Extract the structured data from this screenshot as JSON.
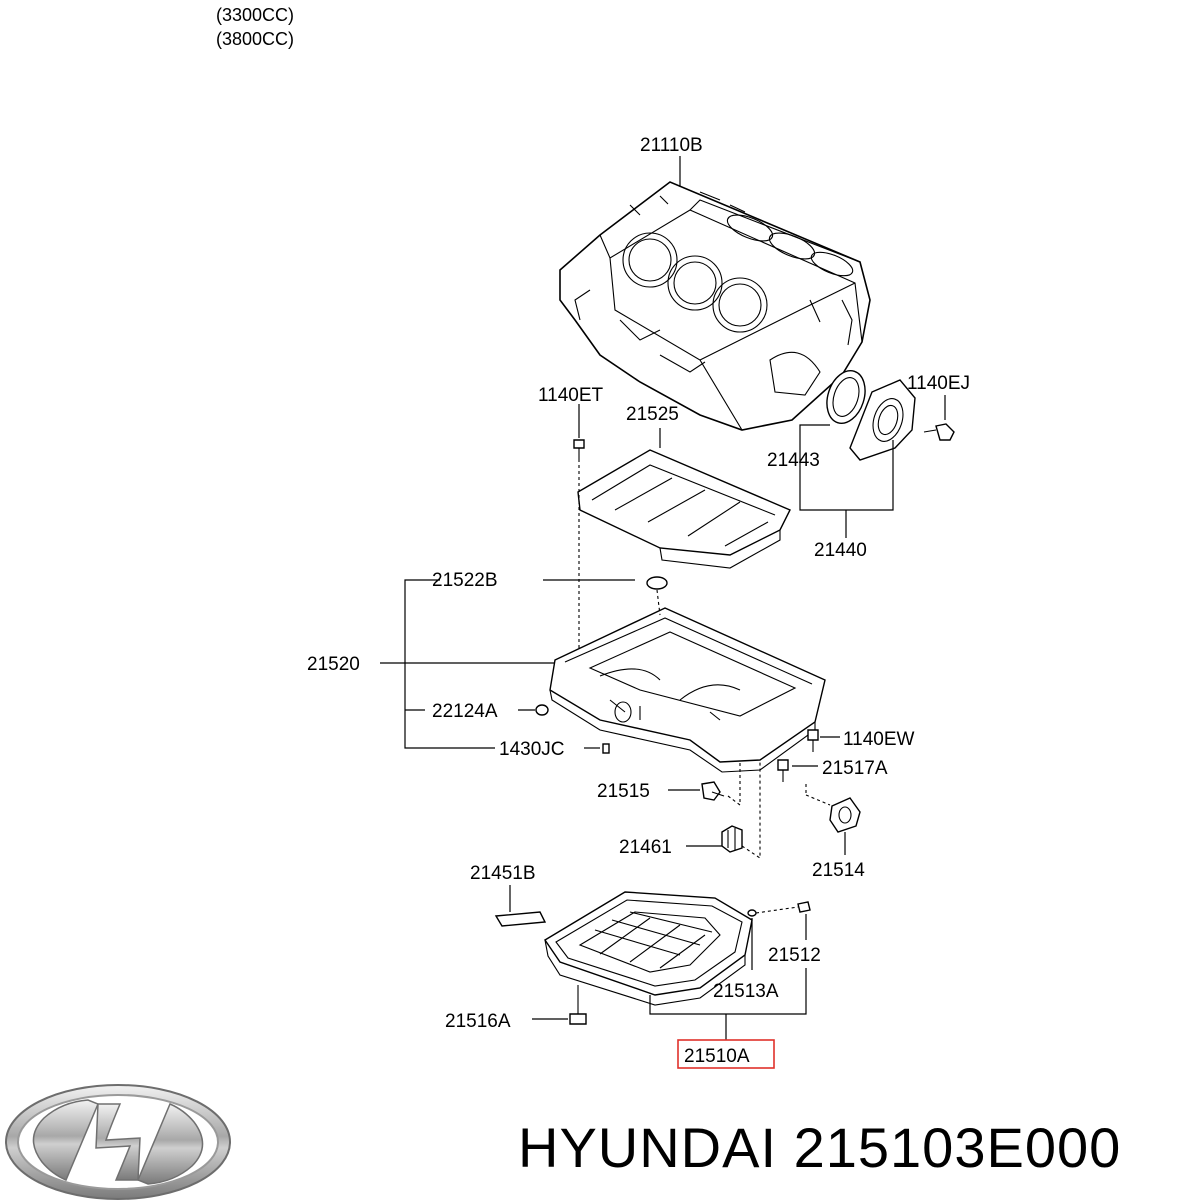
{
  "header": {
    "engine_variants": [
      "(3300CC)",
      "(3800CC)"
    ]
  },
  "callouts": {
    "c21110B": "21110B",
    "c1140ET": "1140ET",
    "c21525": "21525",
    "c1140EJ": "1140EJ",
    "c21443": "21443",
    "c21440": "21440",
    "c21522B": "21522B",
    "c21520": "21520",
    "c22124A": "22124A",
    "c1430JC": "1430JC",
    "c1140EW": "1140EW",
    "c21517A": "21517A",
    "c21515": "21515",
    "c21461": "21461",
    "c21514": "21514",
    "c21451B": "21451B",
    "c21512": "21512",
    "c21513A": "21513A",
    "c21516A": "21516A",
    "c21510A": "21510A"
  },
  "highlight": {
    "part": "21510A",
    "color": "#e0312b"
  },
  "footer": {
    "brand": "HYUNDAI",
    "part_number": "215103E000",
    "logo_icon": "hyundai-logo-icon"
  }
}
